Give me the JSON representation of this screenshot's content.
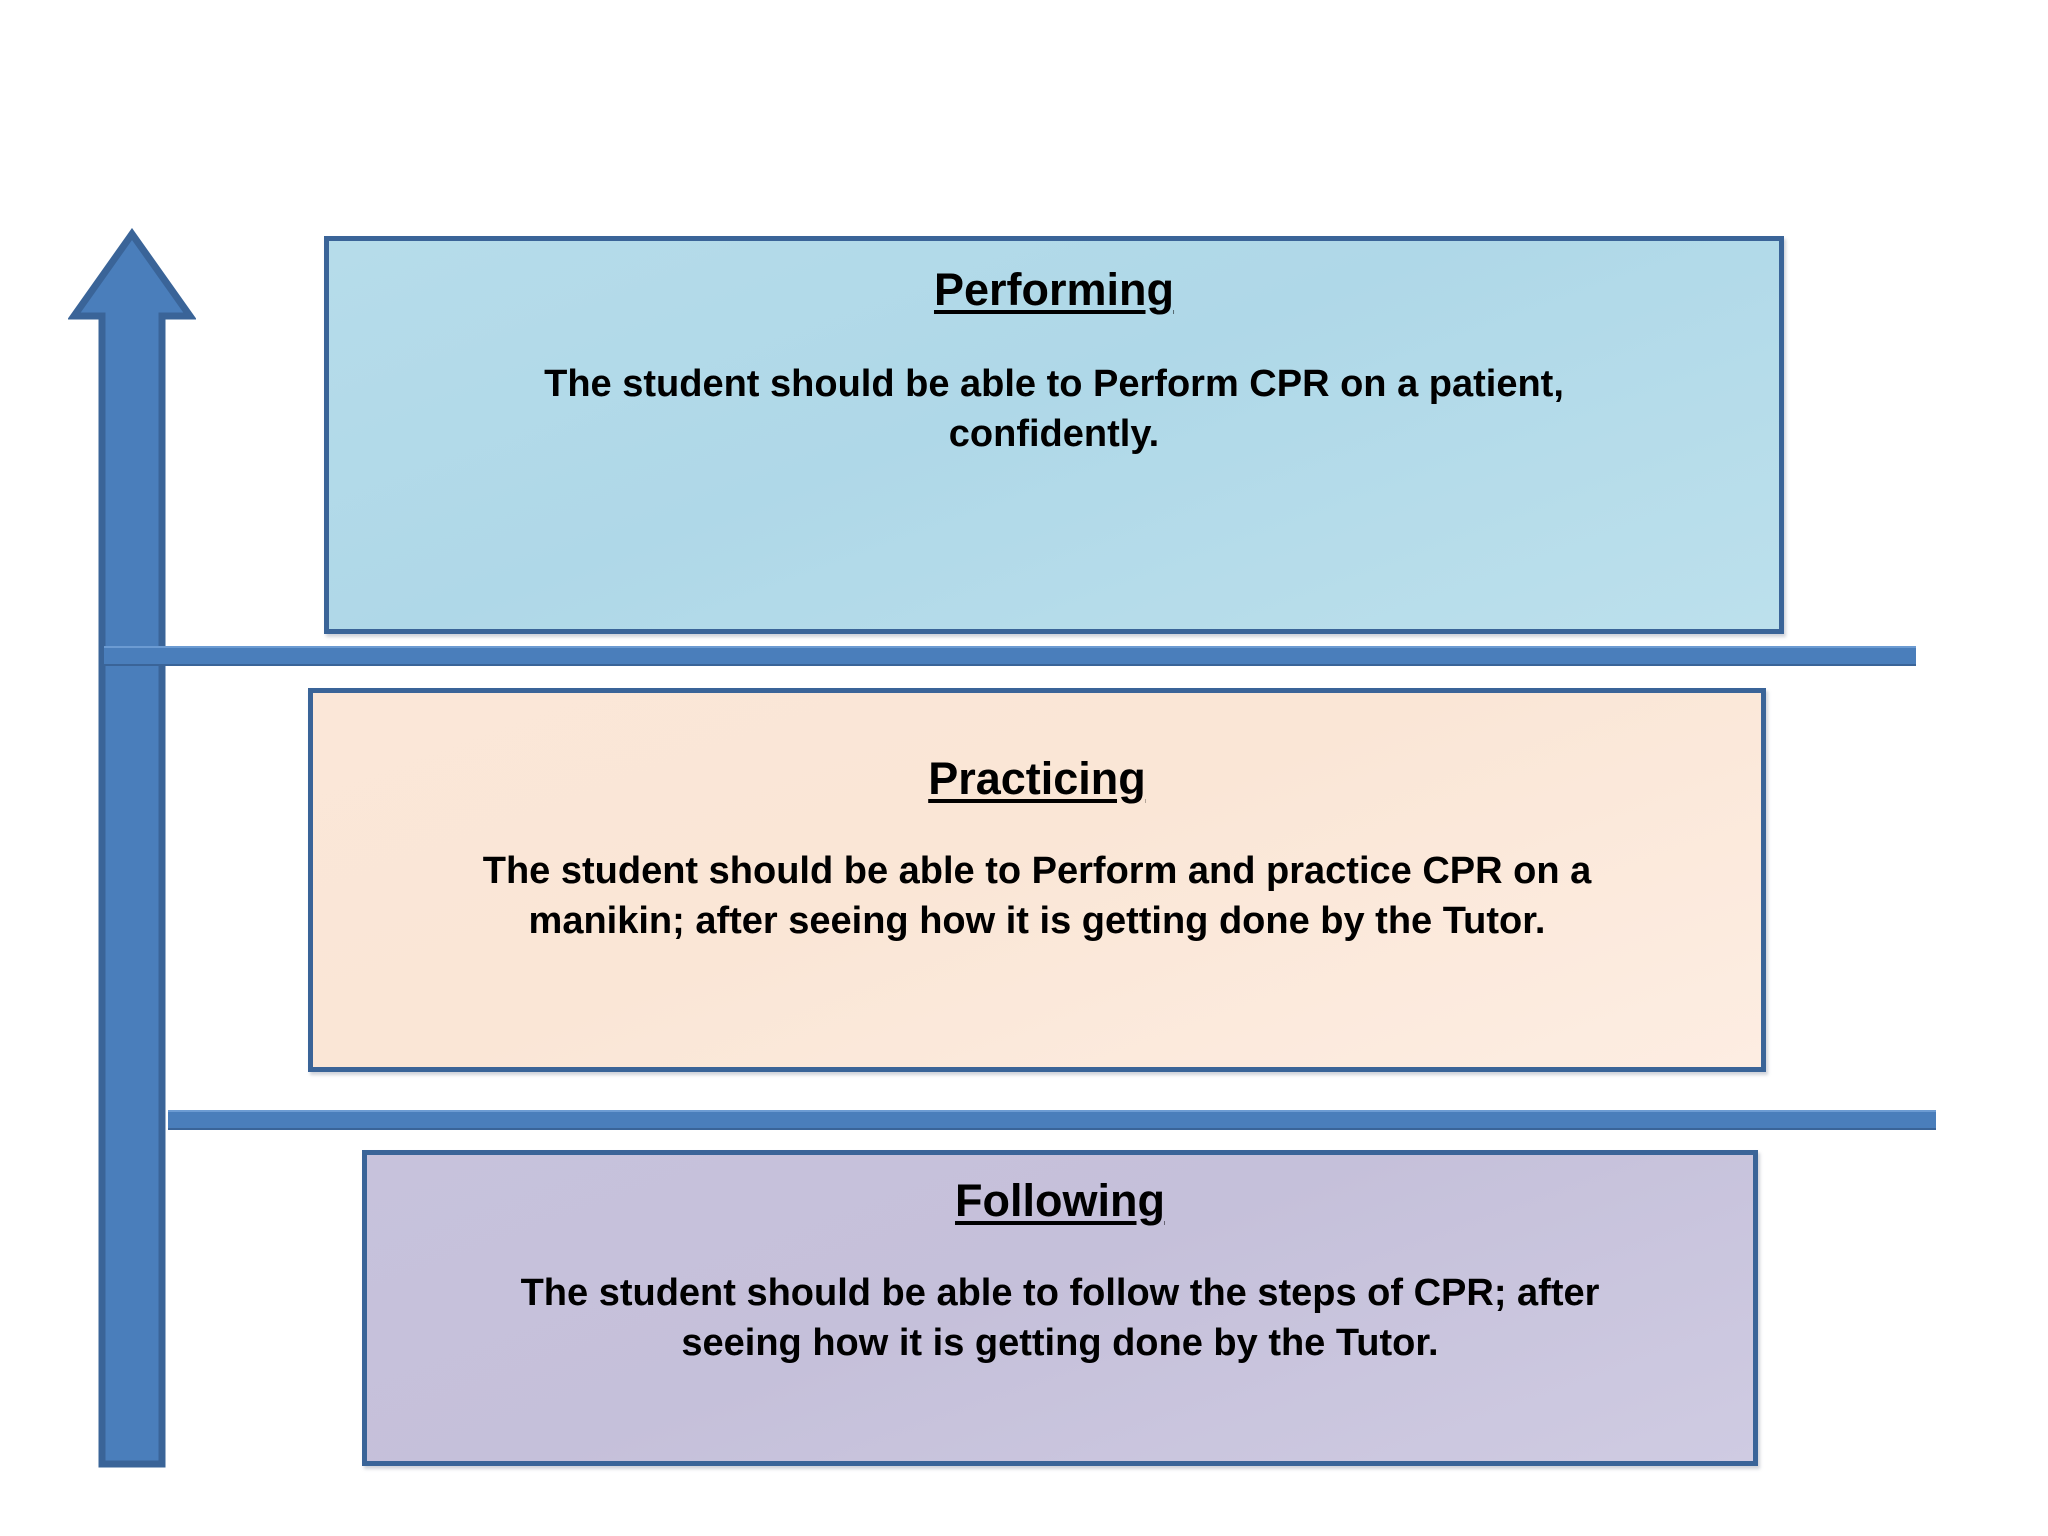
{
  "diagram": {
    "title_semantic": "cpr-skill-progression-ladder",
    "arrow": {
      "name": "upward-progression-arrow",
      "direction": "up",
      "color": "#4A7EBB",
      "outline_color": "#3A6498"
    },
    "separators": [
      {
        "name": "separator-between-performing-and-practicing",
        "color": "#4A7EBB"
      },
      {
        "name": "separator-between-practicing-and-following",
        "color": "#4A7EBB"
      }
    ],
    "levels": [
      {
        "id": "performing",
        "title": "Performing",
        "description": "The student should be able to Perform CPR on a patient,\nconfidently.",
        "fill_color": "#AFD8E8",
        "border_color": "#3A6498"
      },
      {
        "id": "practicing",
        "title": "Practicing",
        "description": "The student should be able to Perform and practice CPR on a\nmanikin; after seeing how it is getting done by the Tutor.",
        "fill_color": "#FAE6D6",
        "border_color": "#3A6498"
      },
      {
        "id": "following",
        "title": "Following",
        "description": "The student should be able to follow the steps of CPR; after\nseeing how it is getting done by the Tutor.",
        "fill_color": "#C5C0DA",
        "border_color": "#3A6498"
      }
    ]
  }
}
